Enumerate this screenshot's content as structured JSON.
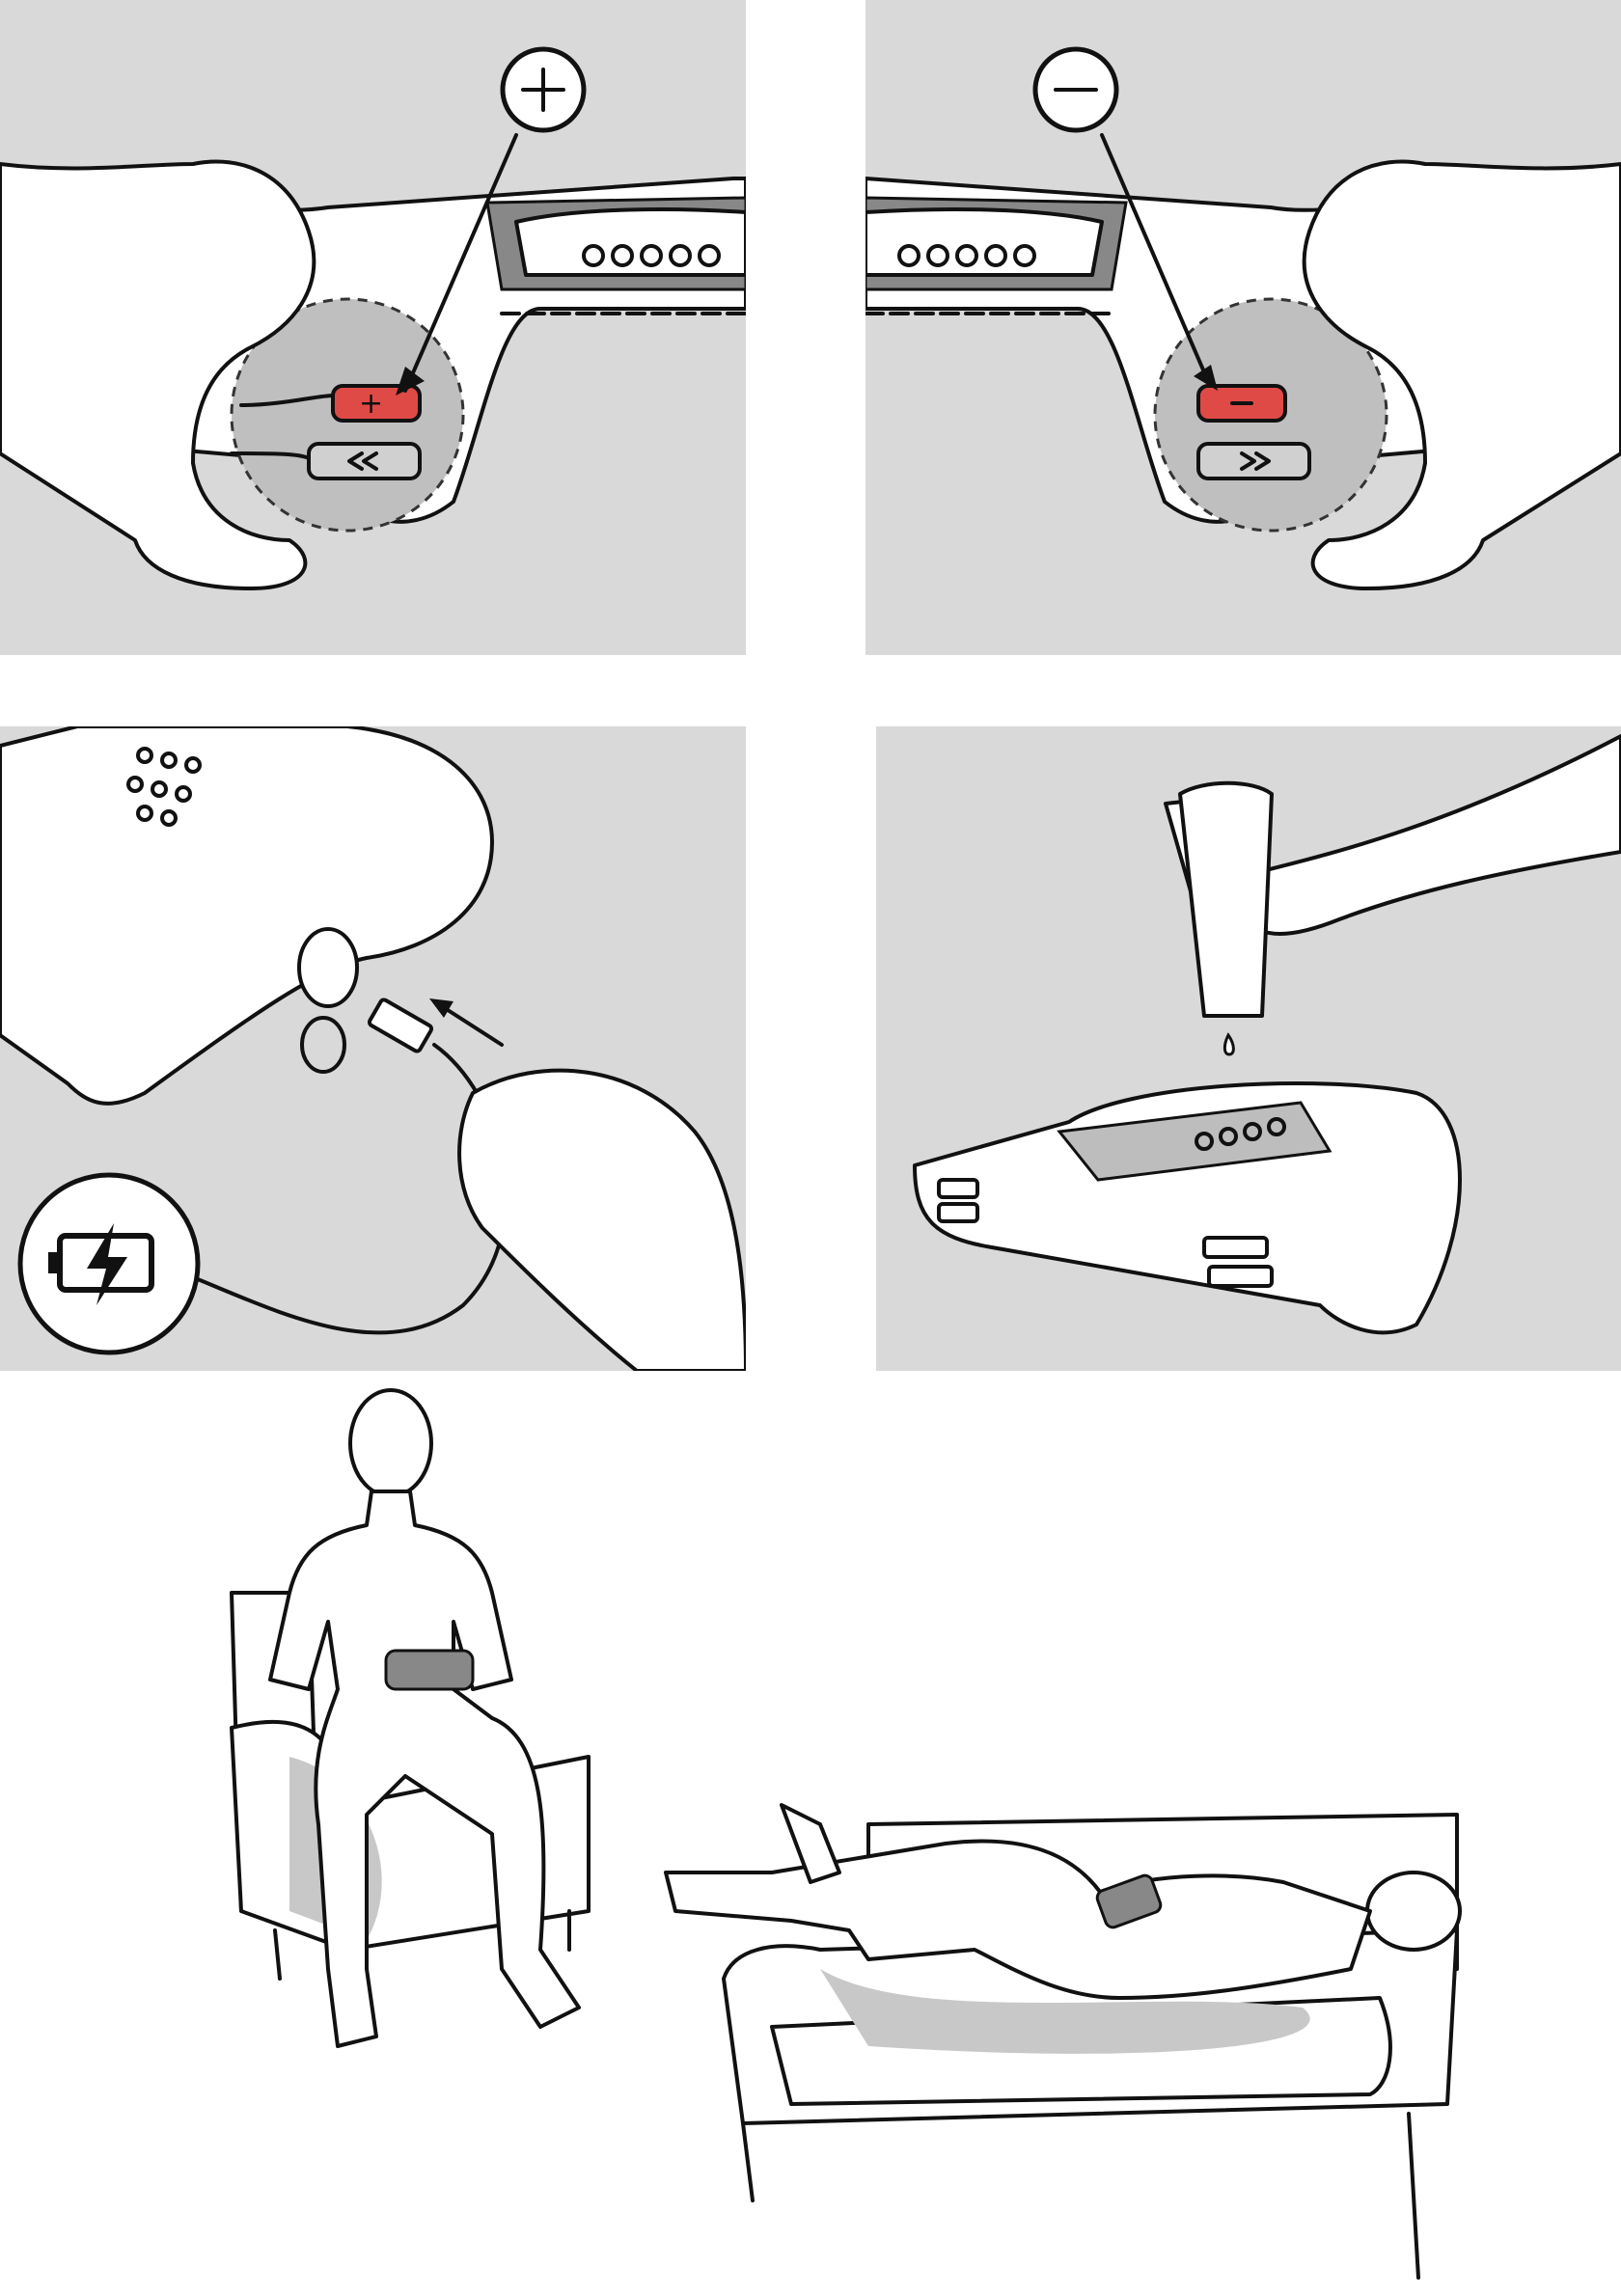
{
  "colors": {
    "panel_background": "#d9d9d9",
    "accent_button": "#e04a46",
    "line": "#111111",
    "shadow": "#c8c8c8"
  },
  "panels": [
    {
      "step": "increase-speed",
      "icons": [
        "plus-circle-icon",
        "rewind-icon"
      ]
    },
    {
      "step": "decrease-speed",
      "icons": [
        "minus-circle-icon",
        "fast-forward-icon"
      ]
    },
    {
      "step": "charge",
      "icons": [
        "battery-charging-icon",
        "arrow-icon"
      ]
    },
    {
      "step": "apply-lubricant",
      "icons": [
        "lubricant-bottle-icon"
      ]
    },
    {
      "step": "usage-positions",
      "icons": []
    }
  ]
}
